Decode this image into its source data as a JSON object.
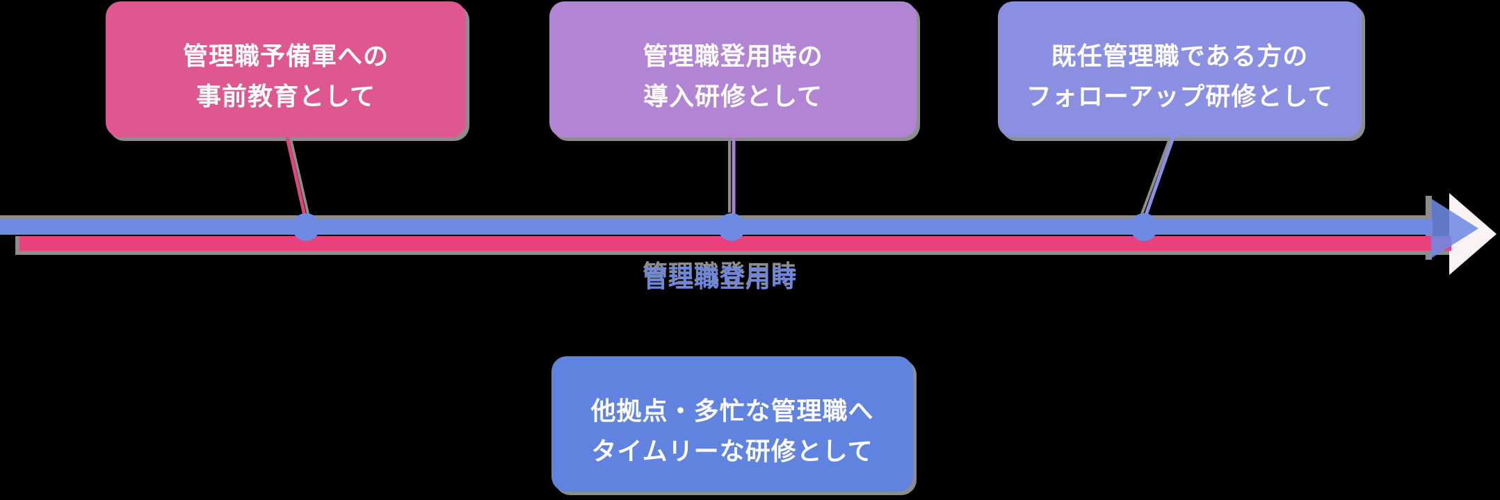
{
  "figure": {
    "type": "training-timeline-diagram",
    "background_color": "#000000",
    "shadow_color": "#8d8d8d",
    "text_color": "#ffffff"
  },
  "boxes": [
    {
      "name": "pre-manager-training",
      "line1": "管理職予備軍への",
      "line2": "事前教育として",
      "fill": "#df5790",
      "connector_color": "#e0447f"
    },
    {
      "name": "induction-training",
      "line1": "管理職登用時の",
      "line2": "導入研修として",
      "fill": "#b285d4",
      "connector_color": "#a87fd2"
    },
    {
      "name": "followup-training",
      "line1": "既任管理職である方の",
      "line2": "フォローアップ研修として",
      "fill": "#8b8fe1",
      "connector_color": "#8b8fe1"
    },
    {
      "name": "timely-remote-training",
      "line1": "他拠点・多忙な管理職へ",
      "line2": "タイムリーな研修として",
      "fill": "#6083df",
      "connector_color": null
    }
  ],
  "timeline": {
    "label": "管理職登用時",
    "label_color": "#6d87e0",
    "bar_blue_color": "#6e8ae3",
    "bar_pink_color": "#e9407e",
    "node_color": "#6e8ae3",
    "arrowhead_blue_color": "#6e8ae3",
    "arrowhead_white_color": "#faf2f4",
    "node_count": 3
  }
}
